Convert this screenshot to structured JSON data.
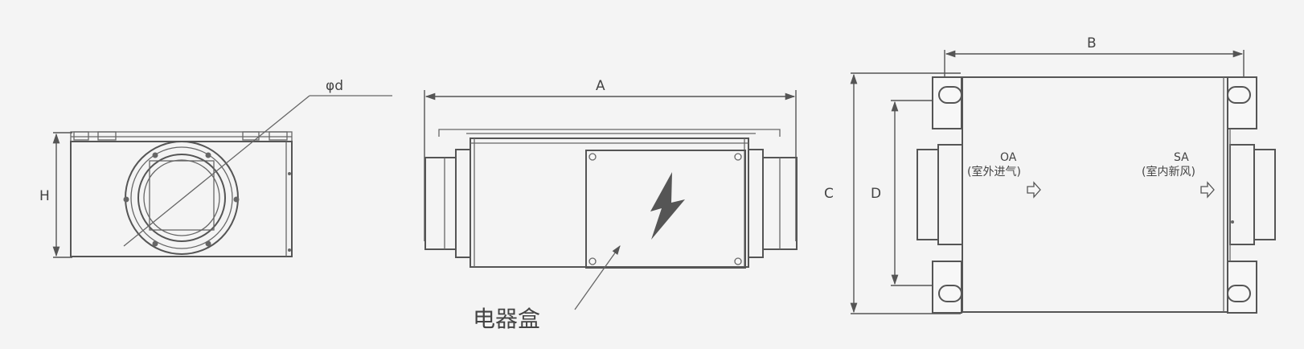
{
  "labels": {
    "dia": "φd",
    "height": "H",
    "length": "A",
    "width": "B",
    "c": "C",
    "d": "D",
    "box": "电器盒",
    "oa_code": "OA",
    "oa_text": "(室外进气)",
    "sa_code": "SA",
    "sa_text": "(室内新风)"
  }
}
